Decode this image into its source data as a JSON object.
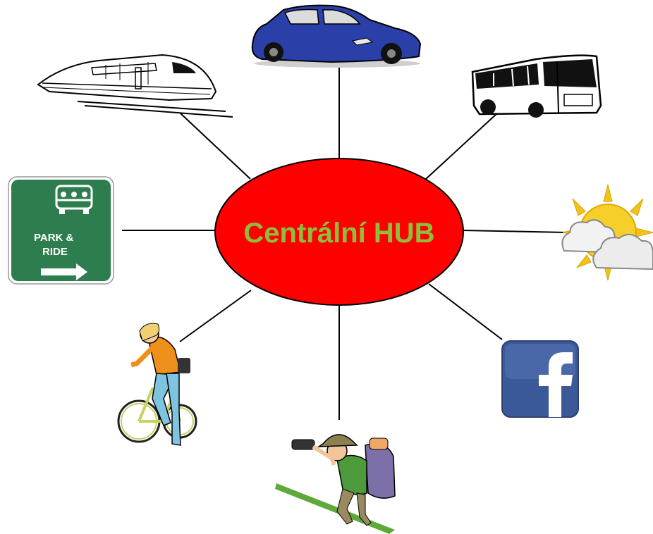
{
  "hub": {
    "label": "Centrální HUB",
    "fill": "#ff0000",
    "text_color": "#8fbf3a"
  },
  "nodes": [
    {
      "id": "car",
      "icon": "car-icon",
      "color": "#2b3fa8"
    },
    {
      "id": "bus",
      "icon": "bus-icon"
    },
    {
      "id": "weather",
      "icon": "weather-icon",
      "color": "#f2c21b"
    },
    {
      "id": "facebook",
      "icon": "facebook-icon",
      "color": "#3b5998"
    },
    {
      "id": "hiker",
      "icon": "hiker-icon"
    },
    {
      "id": "cyclist",
      "icon": "cyclist-icon"
    },
    {
      "id": "park-ride",
      "icon": "park-and-ride-sign-icon",
      "color": "#2e7d4f",
      "line1": "PARK  &",
      "line2": "RIDE"
    },
    {
      "id": "train",
      "icon": "train-icon"
    }
  ]
}
